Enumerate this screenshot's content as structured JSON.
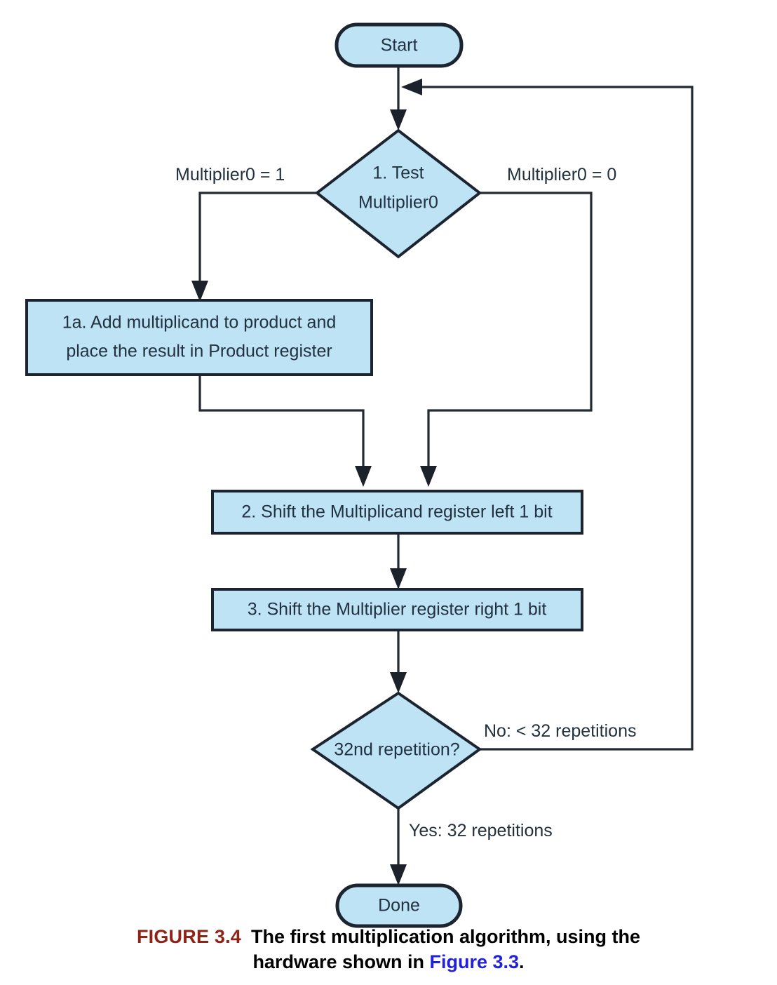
{
  "figure": {
    "caption_tag": "FIGURE 3.4",
    "caption_line1": "The first multiplication algorithm, using the",
    "caption_line2_before": "hardware shown in ",
    "caption_ref": "Figure 3.3",
    "caption_line2_after": ".",
    "tag_color": "#8d2417",
    "ref_color": "#2020dd",
    "node_fill": "#bde3f5",
    "node_stroke": "#1c2430",
    "text_color": "#22313f"
  },
  "nodes": {
    "start": {
      "label": "Start",
      "type": "terminal"
    },
    "test": {
      "label_line1": "1.  Test",
      "label_line2": "Multiplier0",
      "type": "decision"
    },
    "add": {
      "label_line1": "1a.  Add multiplicand to product and",
      "label_line2": "place the result in Product register",
      "type": "process"
    },
    "shift_multiplicand": {
      "label": "2.  Shift the Multiplicand register left 1 bit",
      "type": "process"
    },
    "shift_multiplier": {
      "label": "3.  Shift the Multiplier register right 1 bit",
      "type": "process"
    },
    "repetition": {
      "label": "32nd repetition?",
      "type": "decision"
    },
    "done": {
      "label": "Done",
      "type": "terminal"
    }
  },
  "edges": {
    "multiplier0_one": "Multiplier0 = 1",
    "multiplier0_zero": "Multiplier0 = 0",
    "no_branch": "No: < 32 repetitions",
    "yes_branch": "Yes: 32 repetitions"
  }
}
